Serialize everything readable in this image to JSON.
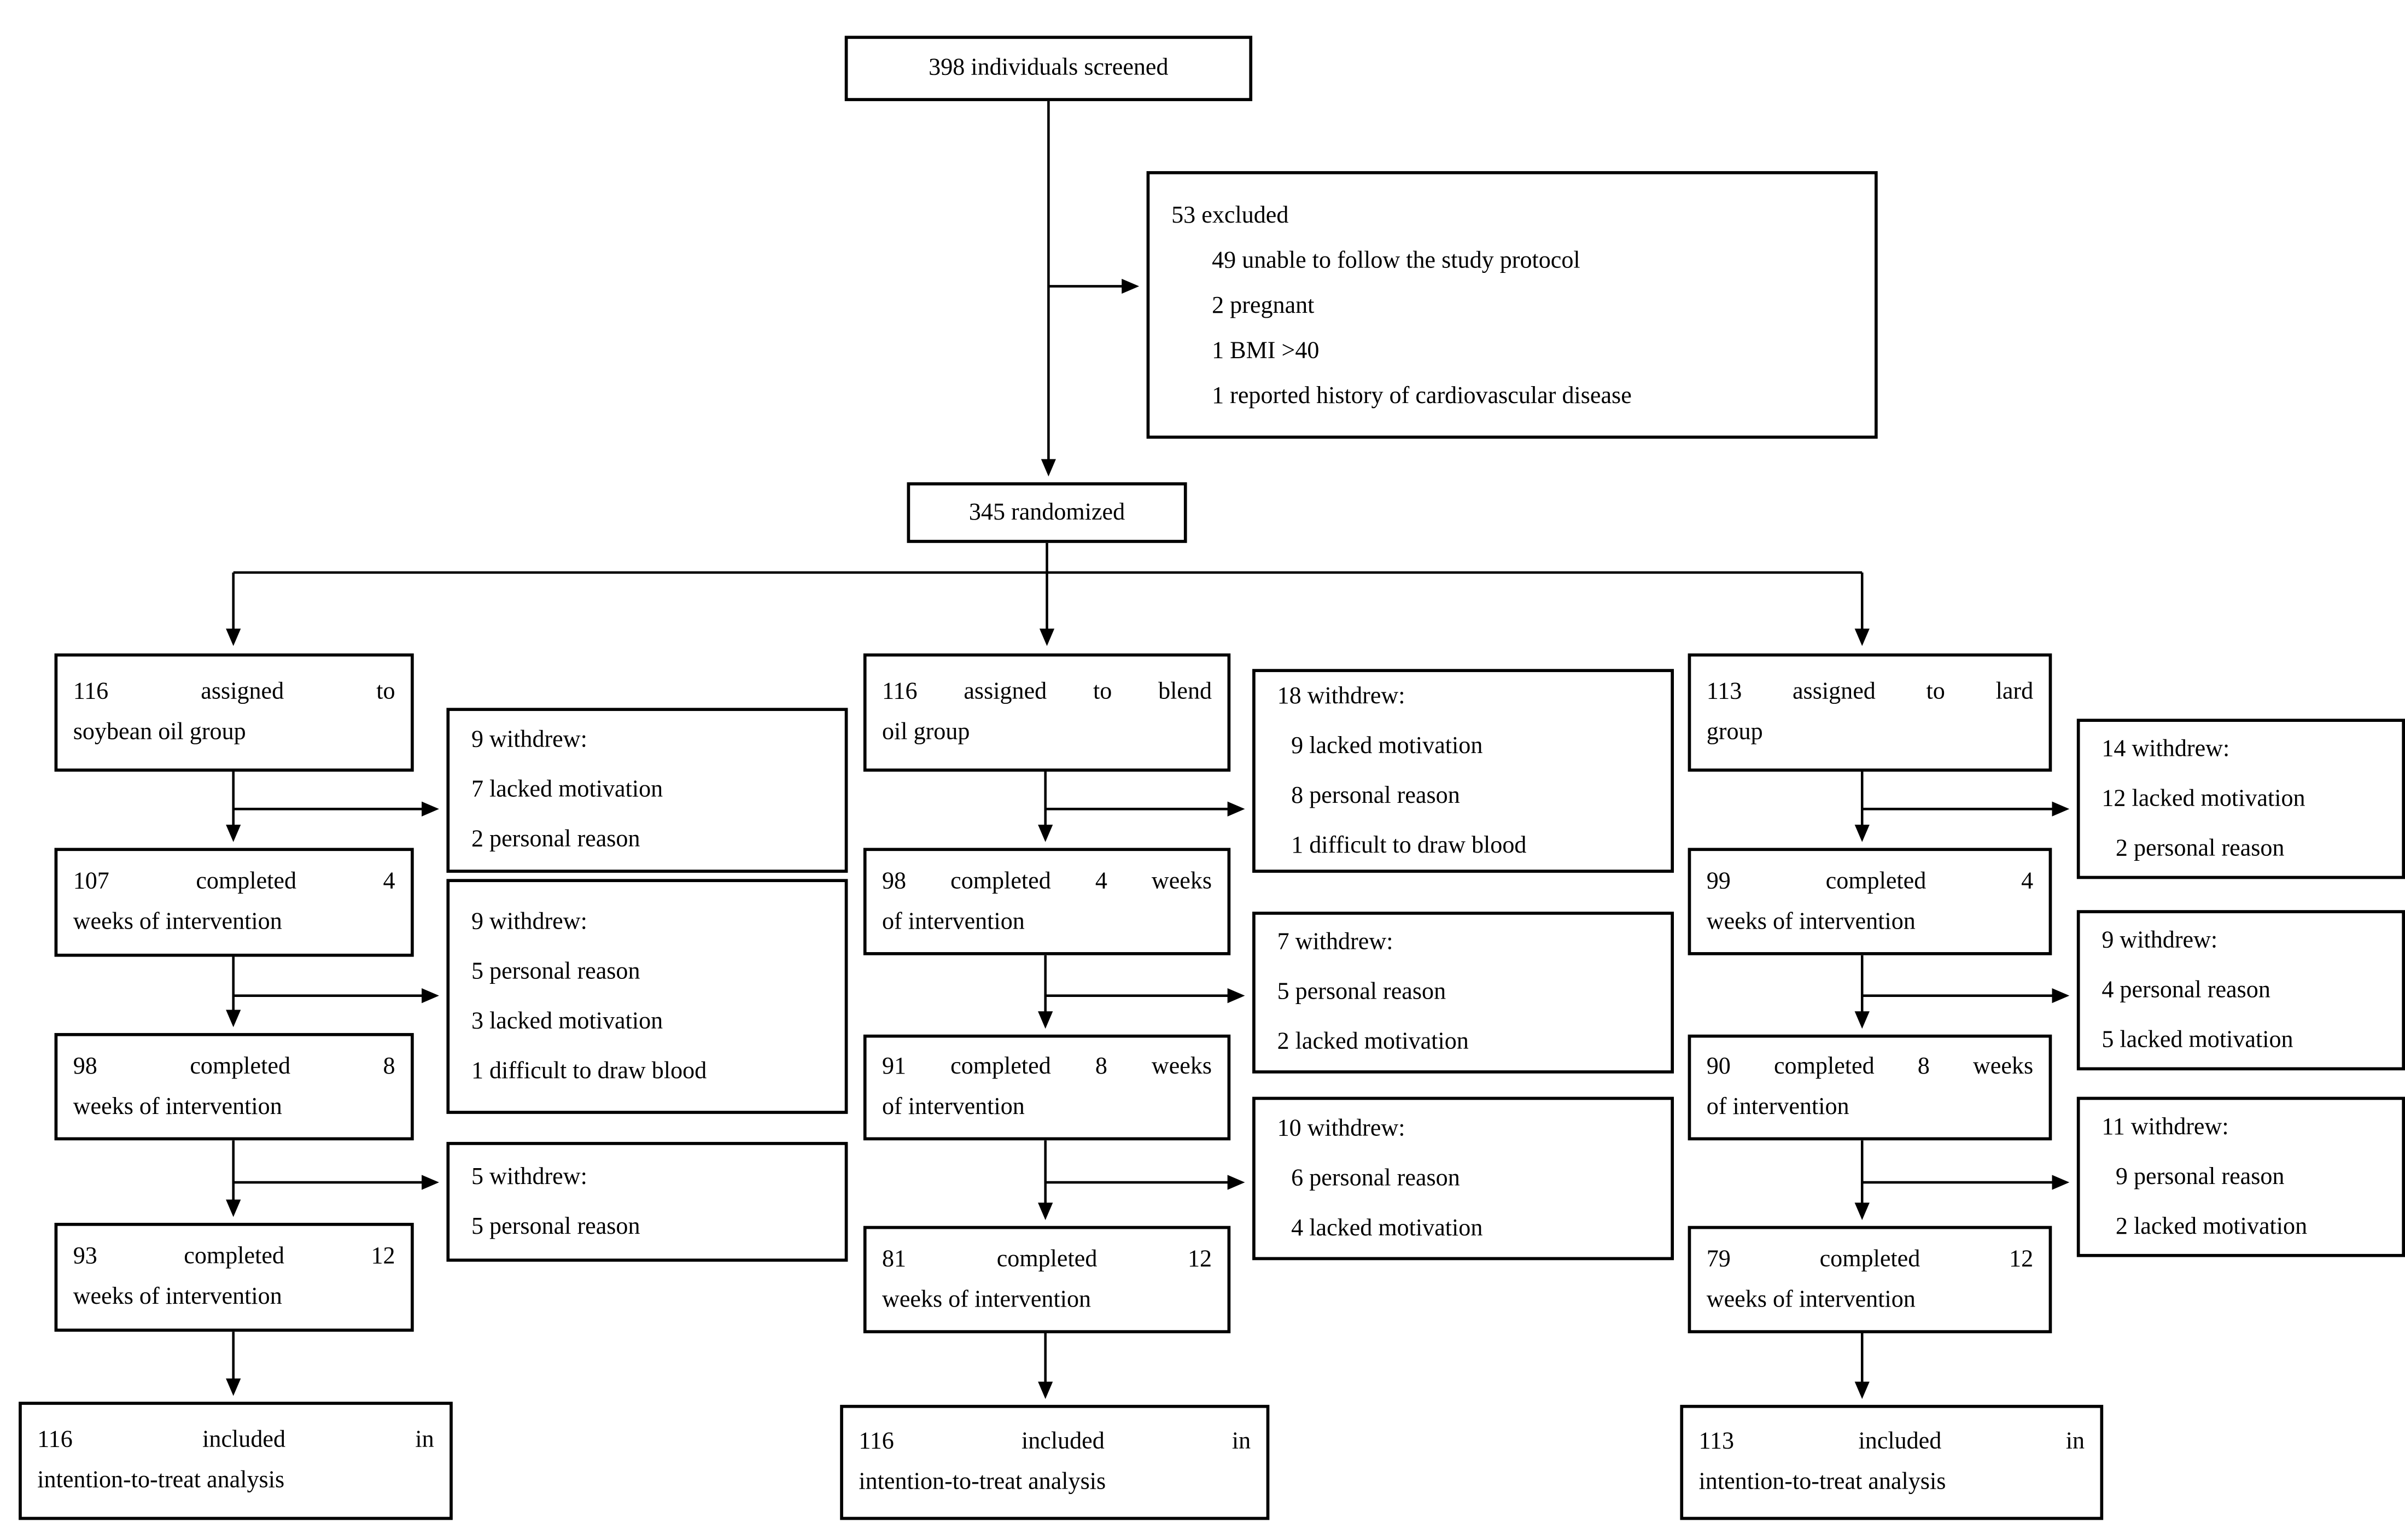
{
  "diagram": {
    "screened": {
      "text": "398 individuals screened"
    },
    "excluded": {
      "lines": [
        "53 excluded",
        "49 unable to follow the study protocol",
        "2 pregnant",
        "1 BMI >40",
        "1 reported history of cardiovascular disease"
      ]
    },
    "randomized": {
      "text": "345 randomized"
    },
    "columns": [
      {
        "id": "soybean-oil-group",
        "assigned": {
          "line1": "116 assigned to",
          "line2": "soybean oil group"
        },
        "week4": {
          "line1": "107 completed 4",
          "line2": "weeks of intervention"
        },
        "week8": {
          "line1": "98 completed 8",
          "line2": "weeks of intervention"
        },
        "week12": {
          "line1": "93 completed 12",
          "line2": "weeks of intervention"
        },
        "itt": {
          "line1": "116 included in",
          "line2": "intention-to-treat analysis"
        },
        "withdrawals": [
          {
            "lines": [
              "9 withdrew:",
              "7 lacked motivation",
              "2 personal reason"
            ]
          },
          {
            "lines": [
              "9 withdrew:",
              "5 personal reason",
              "3 lacked motivation",
              "1 difficult to draw blood"
            ]
          },
          {
            "lines": [
              "5 withdrew:",
              "5 personal reason"
            ]
          }
        ]
      },
      {
        "id": "blend-oil-group",
        "assigned": {
          "line1": "116 assigned to blend",
          "line2": "oil group"
        },
        "week4": {
          "line1": "98 completed 4 weeks",
          "line2": "of intervention"
        },
        "week8": {
          "line1": "91 completed 8 weeks",
          "line2": "of intervention"
        },
        "week12": {
          "line1": "81 completed 12",
          "line2": "weeks of intervention"
        },
        "itt": {
          "line1": "116 included in",
          "line2": "intention-to-treat analysis"
        },
        "withdrawals": [
          {
            "lines": [
              "18 withdrew:",
              "9 lacked motivation",
              "8 personal reason",
              "1 difficult to draw blood"
            ]
          },
          {
            "lines": [
              "7 withdrew:",
              "5 personal reason",
              "2 lacked motivation"
            ]
          },
          {
            "lines": [
              "10 withdrew:",
              "6 personal reason",
              "4 lacked motivation"
            ]
          }
        ]
      },
      {
        "id": "lard-group",
        "assigned": {
          "line1": "113 assigned to lard",
          "line2": "group"
        },
        "week4": {
          "line1": "99 completed 4",
          "line2": "weeks of intervention"
        },
        "week8": {
          "line1": "90 completed 8 weeks",
          "line2": "of intervention"
        },
        "week12": {
          "line1": "79 completed 12",
          "line2": "weeks of intervention"
        },
        "itt": {
          "line1": "113 included in",
          "line2": "intention-to-treat analysis"
        },
        "withdrawals": [
          {
            "lines": [
              "14 withdrew:",
              "12 lacked motivation",
              "2 personal reason"
            ]
          },
          {
            "lines": [
              "9 withdrew:",
              "4 personal reason",
              "5 lacked motivation"
            ]
          },
          {
            "lines": [
              "11 withdrew:",
              "9 personal reason",
              "2 lacked motivation"
            ]
          }
        ]
      }
    ]
  },
  "colors": {
    "ink": "#000000",
    "background": "#ffffff"
  }
}
